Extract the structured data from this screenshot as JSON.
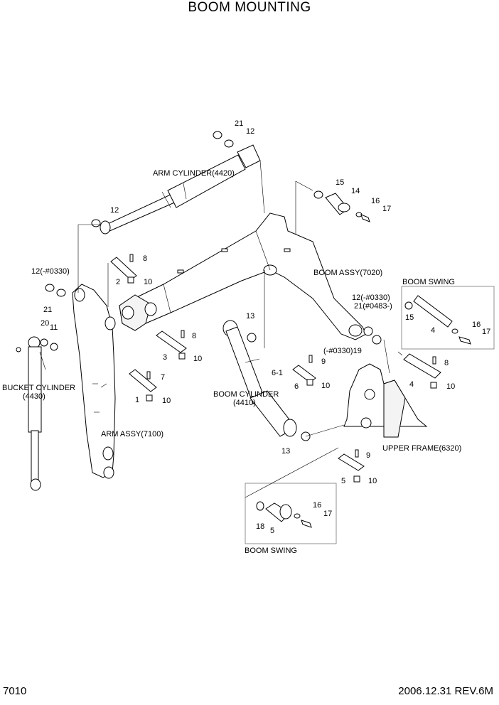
{
  "title": "BOOM MOUNTING",
  "page_number": "7010",
  "revision": "2006.12.31  REV.6M",
  "assemblies": {
    "arm_cylinder": "ARM CYLINDER(4420)",
    "boom_assy": "BOOM ASSY(7020)",
    "bucket_cylinder_l1": "BUCKET CYLINDER",
    "bucket_cylinder_l2": "(4430)",
    "arm_assy": "ARM ASSY(7100)",
    "boom_cylinder_l1": "BOOM CYLINDER",
    "boom_cylinder_l2": "(4410)",
    "upper_frame": "UPPER FRAME(6320)"
  },
  "boom_swing_labels": [
    "BOOM SWING",
    "BOOM SWING"
  ],
  "callouts": [
    "21",
    "12",
    "12",
    "15",
    "14",
    "16",
    "17",
    "8",
    "2",
    "10",
    "12(-#0330)",
    "21",
    "20",
    "11",
    "13",
    "12(-#0330)",
    "21(#0483-)",
    "(-#0330)19",
    "8",
    "3",
    "10",
    "7",
    "1",
    "10",
    "9",
    "6-1",
    "6",
    "10",
    "15",
    "4",
    "16",
    "17",
    "8",
    "4",
    "10",
    "13",
    "9",
    "5",
    "10",
    "16",
    "17",
    "18",
    "5"
  ]
}
